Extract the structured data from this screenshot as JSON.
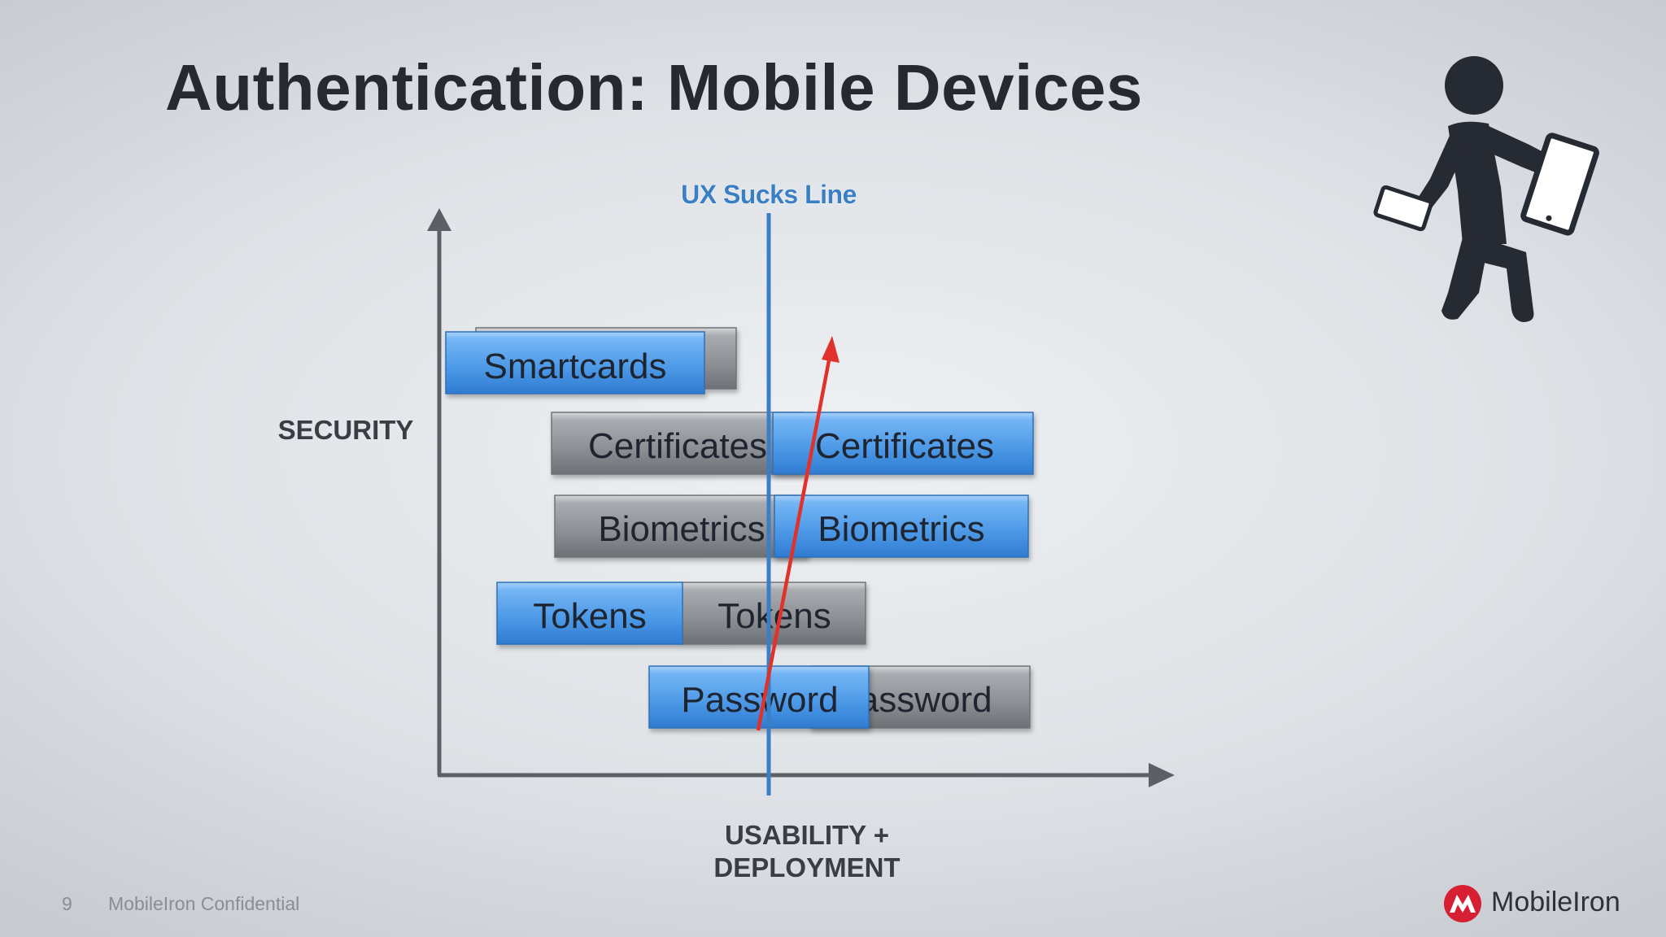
{
  "title": "Authentication: Mobile Devices",
  "ux_line_label": "UX Sucks Line",
  "axis": {
    "y_label": "SECURITY",
    "x_label_line1": "USABILITY +",
    "x_label_line2": "DEPLOYMENT"
  },
  "boxes": {
    "smartcards_blue": "Smartcards",
    "certificates_grey": "Certificates",
    "certificates_blue": "Certificates",
    "biometrics_grey": "Biometrics",
    "biometrics_blue": "Biometrics",
    "tokens_blue": "Tokens",
    "tokens_grey": "Tokens",
    "password_grey": "Password",
    "password_blue": "Password"
  },
  "footer": {
    "page_number": "9",
    "confidential": "MobileIron Confidential",
    "brand": "MobileIron"
  },
  "icons": {
    "person": "person-with-devices-icon",
    "logo": "mobileiron-logo-icon"
  },
  "colors": {
    "blue_box": "#5aa4ee",
    "grey_box": "#8e9196",
    "ux_line": "#3a7fc4",
    "trend_arrow": "#e0312b",
    "axis": "#5b5f66",
    "title": "#262a30",
    "brand_red": "#d61f32"
  }
}
